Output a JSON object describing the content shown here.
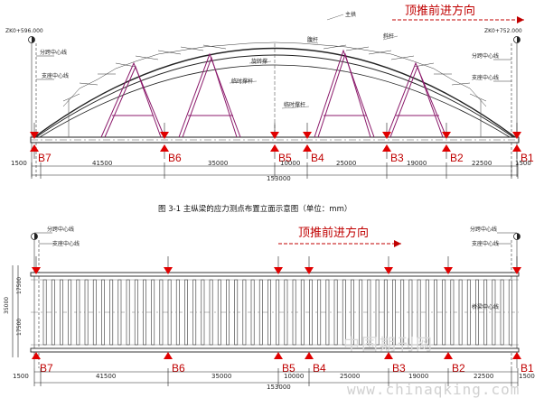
{
  "elevation": {
    "station_left": "ZK0+596.000",
    "station_right": "ZK0+752.000",
    "labels": {
      "span_center_left": "分跨中心线",
      "support_center_left": "支座中心线",
      "span_center_right": "分跨中心线",
      "support_center_right": "支座中心线",
      "top_chord": "主拱",
      "web": "腹杆",
      "bracing": "斜杆",
      "lower_chord": "旋转撑",
      "temp_rod_1": "临时撑杆",
      "temp_rod_2": "临时撑杆"
    },
    "direction_text": "顶推前进方向",
    "points": [
      "B7",
      "B6",
      "B5",
      "B4",
      "B3",
      "B2",
      "B1"
    ],
    "dims": [
      "1500",
      "41500",
      "35000",
      "10000",
      "25000",
      "19000",
      "22500",
      "1500"
    ],
    "total": "153000"
  },
  "caption": "图 3-1   主纵梁的应力测点布置立面示意图（单位：mm）",
  "plan": {
    "labels": {
      "span_center_left": "分跨中心线",
      "support_center_left": "支座中心线",
      "span_center_right": "分跨中心线",
      "support_center_right": "支座中心线",
      "beam_center": "桥梁中心线",
      "width_total": "35000",
      "width_half_top": "17500",
      "width_half_bottom": "17500"
    },
    "direction_text": "顶推前进方向",
    "points": [
      "B7",
      "B6",
      "B5",
      "B4",
      "B3",
      "B2",
      "B1"
    ],
    "dims": [
      "1500",
      "41500",
      "35000",
      "10000",
      "25000",
      "19000",
      "22500",
      "1500"
    ],
    "total": "153000"
  },
  "watermark": {
    "text": "中国期刊网",
    "url": "www.chinaqking.com"
  },
  "colors": {
    "marker": "#e00000",
    "text_red": "#c00000",
    "truss": "#8b1a6b",
    "line": "#222222"
  }
}
